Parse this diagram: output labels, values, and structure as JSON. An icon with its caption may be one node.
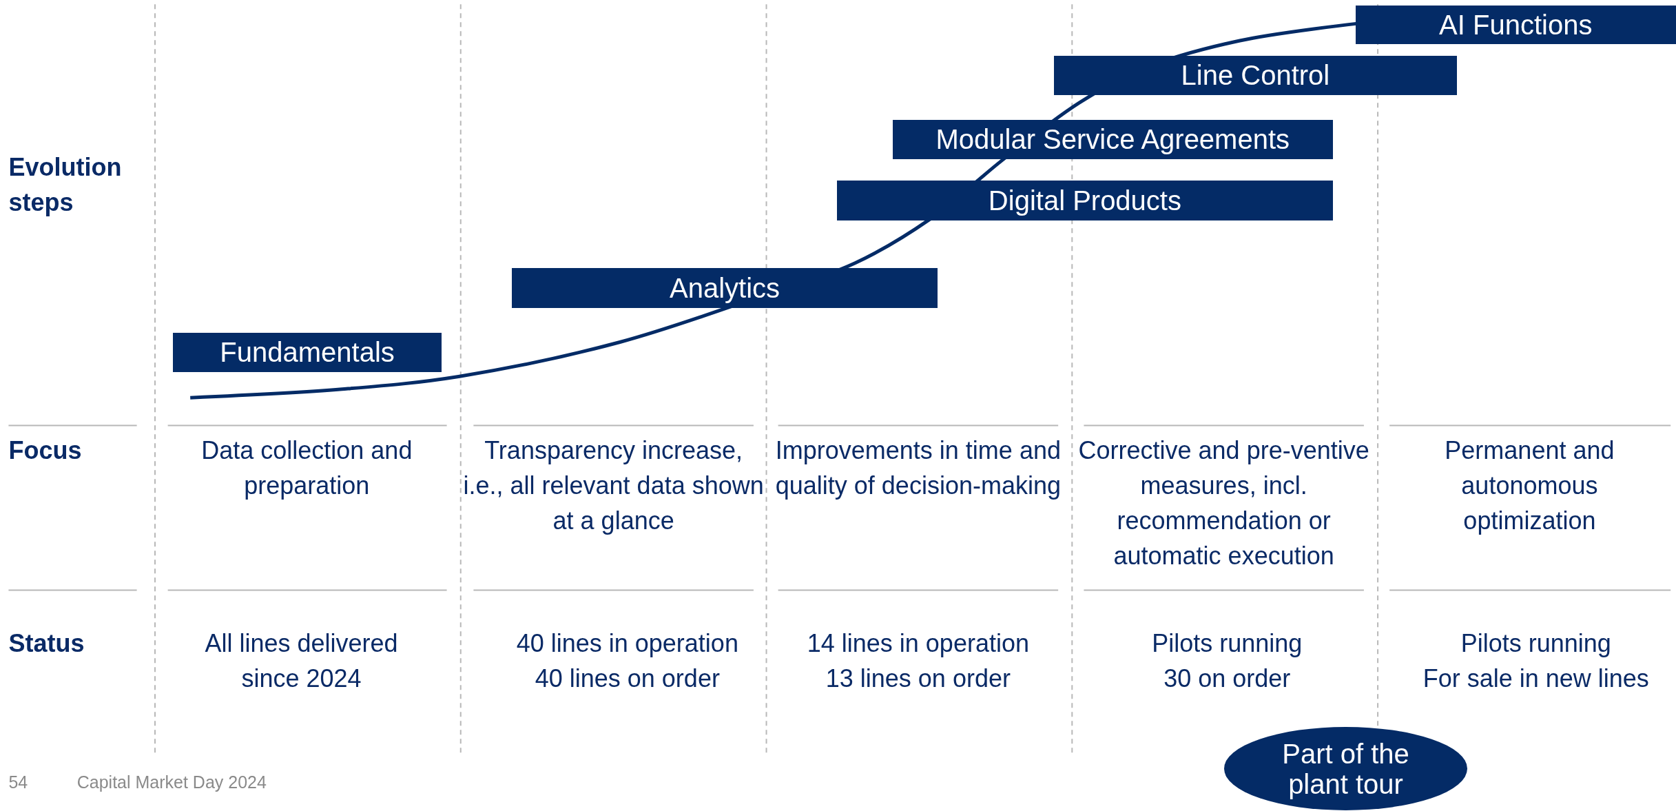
{
  "diagram": {
    "nodes": [
      {
        "text": [
          "Fundamentals"
        ]
      },
      {
        "text": [
          "Analytics"
        ]
      },
      {
        "text": [
          "Digital Products"
        ]
      },
      {
        "text": [
          "Modular Service Agreements"
        ]
      },
      {
        "text": [
          "Line Control"
        ]
      },
      {
        "text": [
          "AI Functions"
        ]
      },
      {
        "text": [
          "Part of the plant tour"
        ]
      }
    ],
    "labels": [
      "Evolution steps",
      "Focus",
      "Data collection and preparation",
      "Transparency increase, i.e., all relevant data shown at a glance",
      "Improvements in time and quality of decision-making",
      "Corrective and pre-ventive measures, incl. recommendation or automatic execution",
      "Permanent and autonomous optimization",
      "Status",
      "All lines delivered since 2024",
      "40 lines in operation",
      "40 lines on order",
      "14 lines in operation",
      "13 lines on order",
      "Pilots running",
      "30 on order",
      "Pilots running",
      "For sale in new lines",
      "54",
      "Capital Market Day 2024"
    ]
  }
}
